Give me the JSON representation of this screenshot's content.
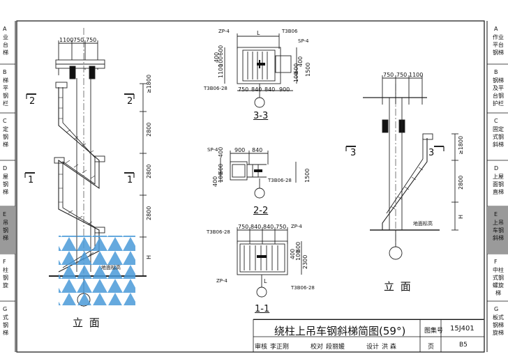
{
  "title": "绕柱上吊车钢斜梯简图(59°)",
  "atlas_label": "图集号",
  "atlas_no": "15J401",
  "page_label": "页",
  "page_no": "B5",
  "signoff": {
    "review": "审核",
    "reviewer": "李正刚",
    "check": "校对",
    "checker": "段丽媛",
    "design": "设计",
    "designer": "洪 森"
  },
  "left_tabs": [
    {
      "code": "A",
      "text": "业\n台\n梯"
    },
    {
      "code": "B",
      "text": "梯\n平\n钢\n栏"
    },
    {
      "code": "C",
      "text": "定\n钢\n梯"
    },
    {
      "code": "D",
      "text": "屋\n钢\n梯"
    },
    {
      "code": "E",
      "text": "吊\n钢\n梯"
    },
    {
      "code": "F",
      "text": "柱\n钢\n旋"
    },
    {
      "code": "G",
      "text": "式\n钢\n梯"
    }
  ],
  "right_tabs": [
    {
      "code": "A",
      "text": "作业\n平台\n钢梯"
    },
    {
      "code": "B",
      "text": "钢梯\n及平\n台钢\n护栏"
    },
    {
      "code": "C",
      "text": "固定\n式钢\n斜梯"
    },
    {
      "code": "D",
      "text": "上屋\n面钢\n直梯"
    },
    {
      "code": "E",
      "text": "上吊\n车钢\n斜梯"
    },
    {
      "code": "F",
      "text": "中柱\n式钢\n螺旋\n梯"
    },
    {
      "code": "G",
      "text": "板式\n钢梯\n旋梯"
    }
  ],
  "left_elevation": {
    "top_dims": [
      "1100",
      "750",
      "750"
    ],
    "side_dims": [
      "≥1800",
      "2800",
      "2800",
      "2800",
      "H"
    ],
    "section_marks": [
      "2",
      "2",
      "1",
      "1"
    ],
    "ground": "地面标高",
    "caption": "立 面"
  },
  "right_elevation": {
    "top_dims": [
      "750",
      "750",
      "1100"
    ],
    "side_dims": [
      "≥1800",
      "2800",
      "H"
    ],
    "section_marks": [
      "3",
      "3"
    ],
    "ground": "地面标高",
    "caption": "立 面"
  },
  "plan_3_3": {
    "caption": "3-3",
    "tags": [
      "ZP-4",
      "T3B06",
      "SP-4",
      "T3B06-28"
    ],
    "top_dim": "L",
    "bottom_dims": [
      "750",
      "840",
      "840",
      "900"
    ],
    "left_dims": [
      "400",
      "600",
      "100",
      "1100"
    ],
    "right_dims": [
      "1500",
      "400",
      "600",
      "100"
    ]
  },
  "plan_2_2": {
    "caption": "2-2",
    "tags": [
      "SP-4",
      "T3B06-28"
    ],
    "top_dims": [
      "900",
      "840"
    ],
    "left_dims": [
      "400",
      "600",
      "100",
      "400"
    ],
    "right_dims": [
      "1500"
    ]
  },
  "plan_1_1": {
    "caption": "1-1",
    "tags": [
      "T3B06-28",
      "ZP-4",
      "ZP-4",
      "T3B06-28"
    ],
    "top_dims": [
      "750",
      "840",
      "840",
      "750"
    ],
    "bottom_dim": "L",
    "right_dims": [
      "400",
      "600",
      "100",
      "2300"
    ]
  }
}
